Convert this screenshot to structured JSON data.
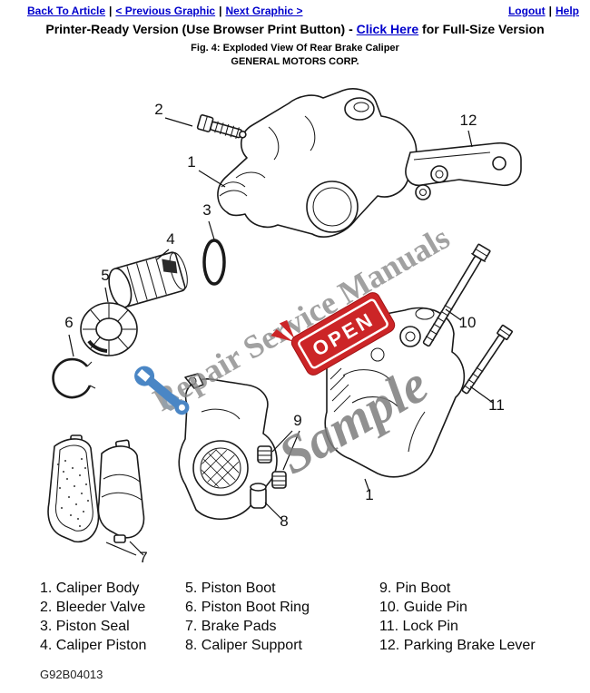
{
  "nav": {
    "back_to_article": "Back To Article",
    "previous_graphic": "< Previous Graphic",
    "next_graphic": "Next Graphic >",
    "logout": "Logout",
    "help": "Help",
    "separator": "|"
  },
  "header": {
    "printer_text": "Printer-Ready Version (Use Browser Print Button) - ",
    "click_here_link": "Click Here",
    "full_size_text": " for Full-Size Version",
    "figure_caption": "Fig. 4: Exploded View Of Rear Brake Caliper",
    "manufacturer": "GENERAL MOTORS CORP."
  },
  "diagram": {
    "callouts": [
      "2",
      "1",
      "12",
      "3",
      "4",
      "5",
      "6",
      "10",
      "11",
      "9",
      "8",
      "1",
      "7"
    ],
    "watermark": {
      "brand": "Repair Service Manuals",
      "sample": "Sample",
      "open_sign": "OPEN"
    },
    "colors": {
      "watermark_gray": "#8a8a8a",
      "open_red": "#cc2527",
      "wrench_blue": "#4a86c5"
    }
  },
  "legend": {
    "columns": [
      {
        "items": [
          "1. Caliper Body",
          "2. Bleeder Valve",
          "3. Piston Seal",
          "4. Caliper Piston"
        ]
      },
      {
        "items": [
          "5. Piston Boot",
          "6. Piston Boot Ring",
          "7. Brake Pads",
          "8. Caliper Support"
        ]
      },
      {
        "items": [
          "9. Pin Boot",
          "10. Guide Pin",
          "11. Lock Pin",
          "12. Parking Brake Lever"
        ]
      }
    ]
  },
  "footer": {
    "figure_code": "G92B04013"
  }
}
